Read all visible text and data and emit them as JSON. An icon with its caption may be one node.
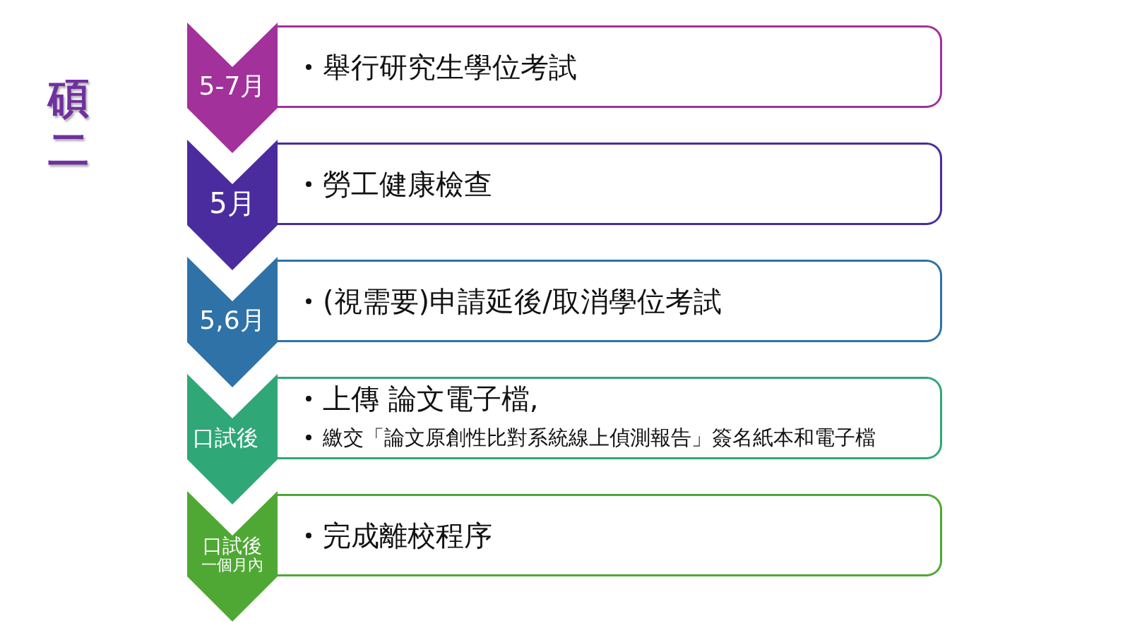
{
  "diagram": {
    "title": "碩二",
    "nodes": [
      {
        "text": [
          "5-7月"
        ]
      },
      {
        "text": [
          "舉行研究生學位考試"
        ]
      },
      {
        "text": [
          "5月"
        ]
      },
      {
        "text": [
          "勞工健康檢查"
        ]
      },
      {
        "text": [
          "5,6月"
        ]
      },
      {
        "text": [
          "(視需要)申請延後/取消學位考試"
        ]
      },
      {
        "text": [
          "口試後"
        ]
      },
      {
        "text": [
          "上傳 論文電子檔,",
          "繳交「論文原創性比對系統線上偵測報告」簽名紙本和電子檔"
        ]
      },
      {
        "text": [
          "口試後",
          "一個月內"
        ]
      },
      {
        "text": [
          "完成離校程序"
        ]
      }
    ]
  }
}
